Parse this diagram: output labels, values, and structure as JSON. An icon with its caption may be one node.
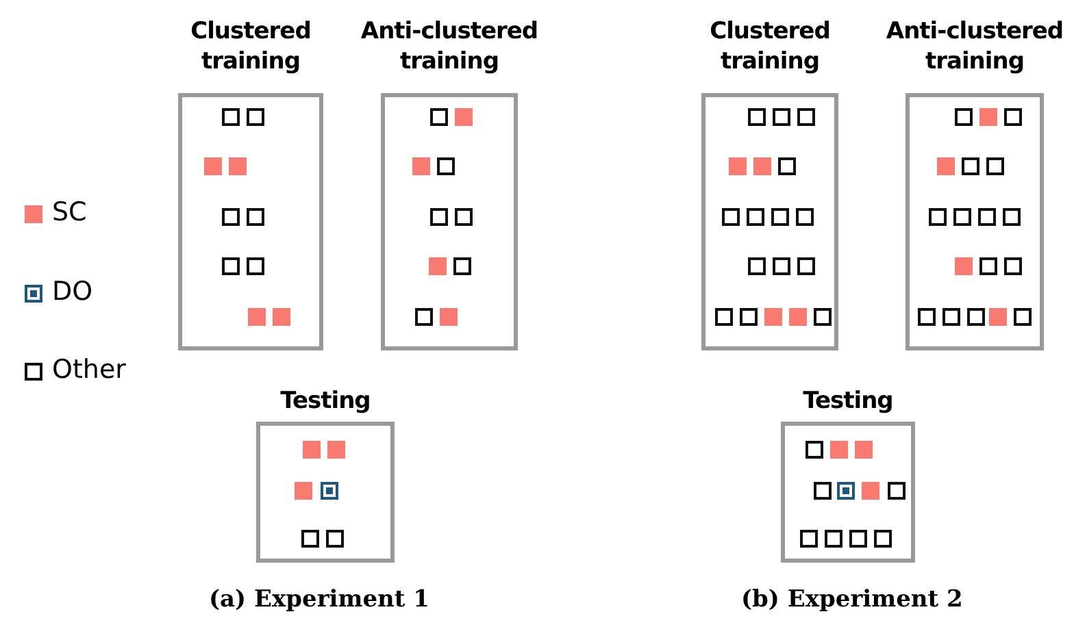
{
  "diagram": {
    "nodes": [
      {
        "text": [
          "Clustered training"
        ]
      },
      {
        "text": [
          "Anti-clustered training"
        ]
      },
      {
        "text": [
          "Testing"
        ]
      },
      {
        "text": [
          "Clustered training"
        ]
      },
      {
        "text": [
          "Anti-clustered training"
        ]
      },
      {
        "text": [
          "Testing"
        ]
      }
    ],
    "labels": [
      "(a) Experiment 1",
      "(b) Experiment 2"
    ],
    "legend": [
      {
        "text": "SC",
        "color": "#f87a70"
      },
      {
        "text": "DO"
      },
      {
        "text": "Other"
      }
    ]
  }
}
